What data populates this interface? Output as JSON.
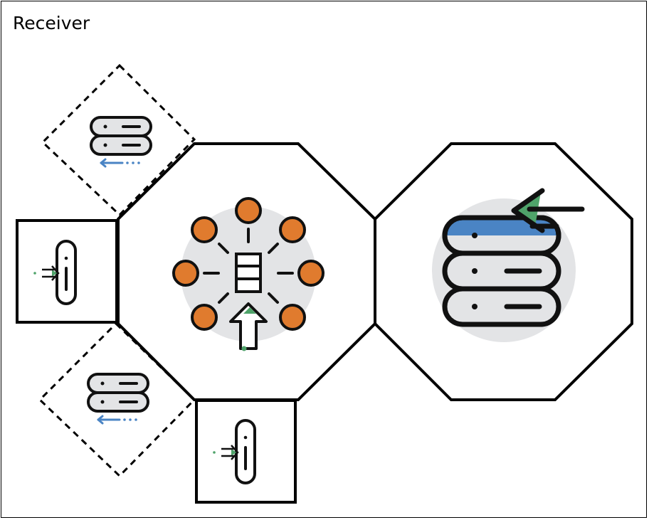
{
  "title": "Receiver",
  "components": [
    {
      "name": "central-hub",
      "shape": "octagon",
      "icon": "distribution-hub-icon"
    },
    {
      "name": "storage",
      "shape": "octagon",
      "icon": "database-incoming-icon"
    },
    {
      "name": "input-port-left",
      "shape": "square",
      "icon": "input-port-icon"
    },
    {
      "name": "input-port-bottom",
      "shape": "square",
      "icon": "input-port-icon"
    },
    {
      "name": "optional-server-top",
      "shape": "diamond",
      "border": "dashed",
      "icon": "server-output-icon"
    },
    {
      "name": "optional-server-bottom",
      "shape": "diamond",
      "border": "dashed",
      "icon": "server-output-icon"
    }
  ],
  "colors": {
    "node": "#E07B2E",
    "accent_blue": "#4A84C4",
    "accent_green": "#4FA36A",
    "icon_fill": "#E3E4E6",
    "stroke": "#111111"
  }
}
